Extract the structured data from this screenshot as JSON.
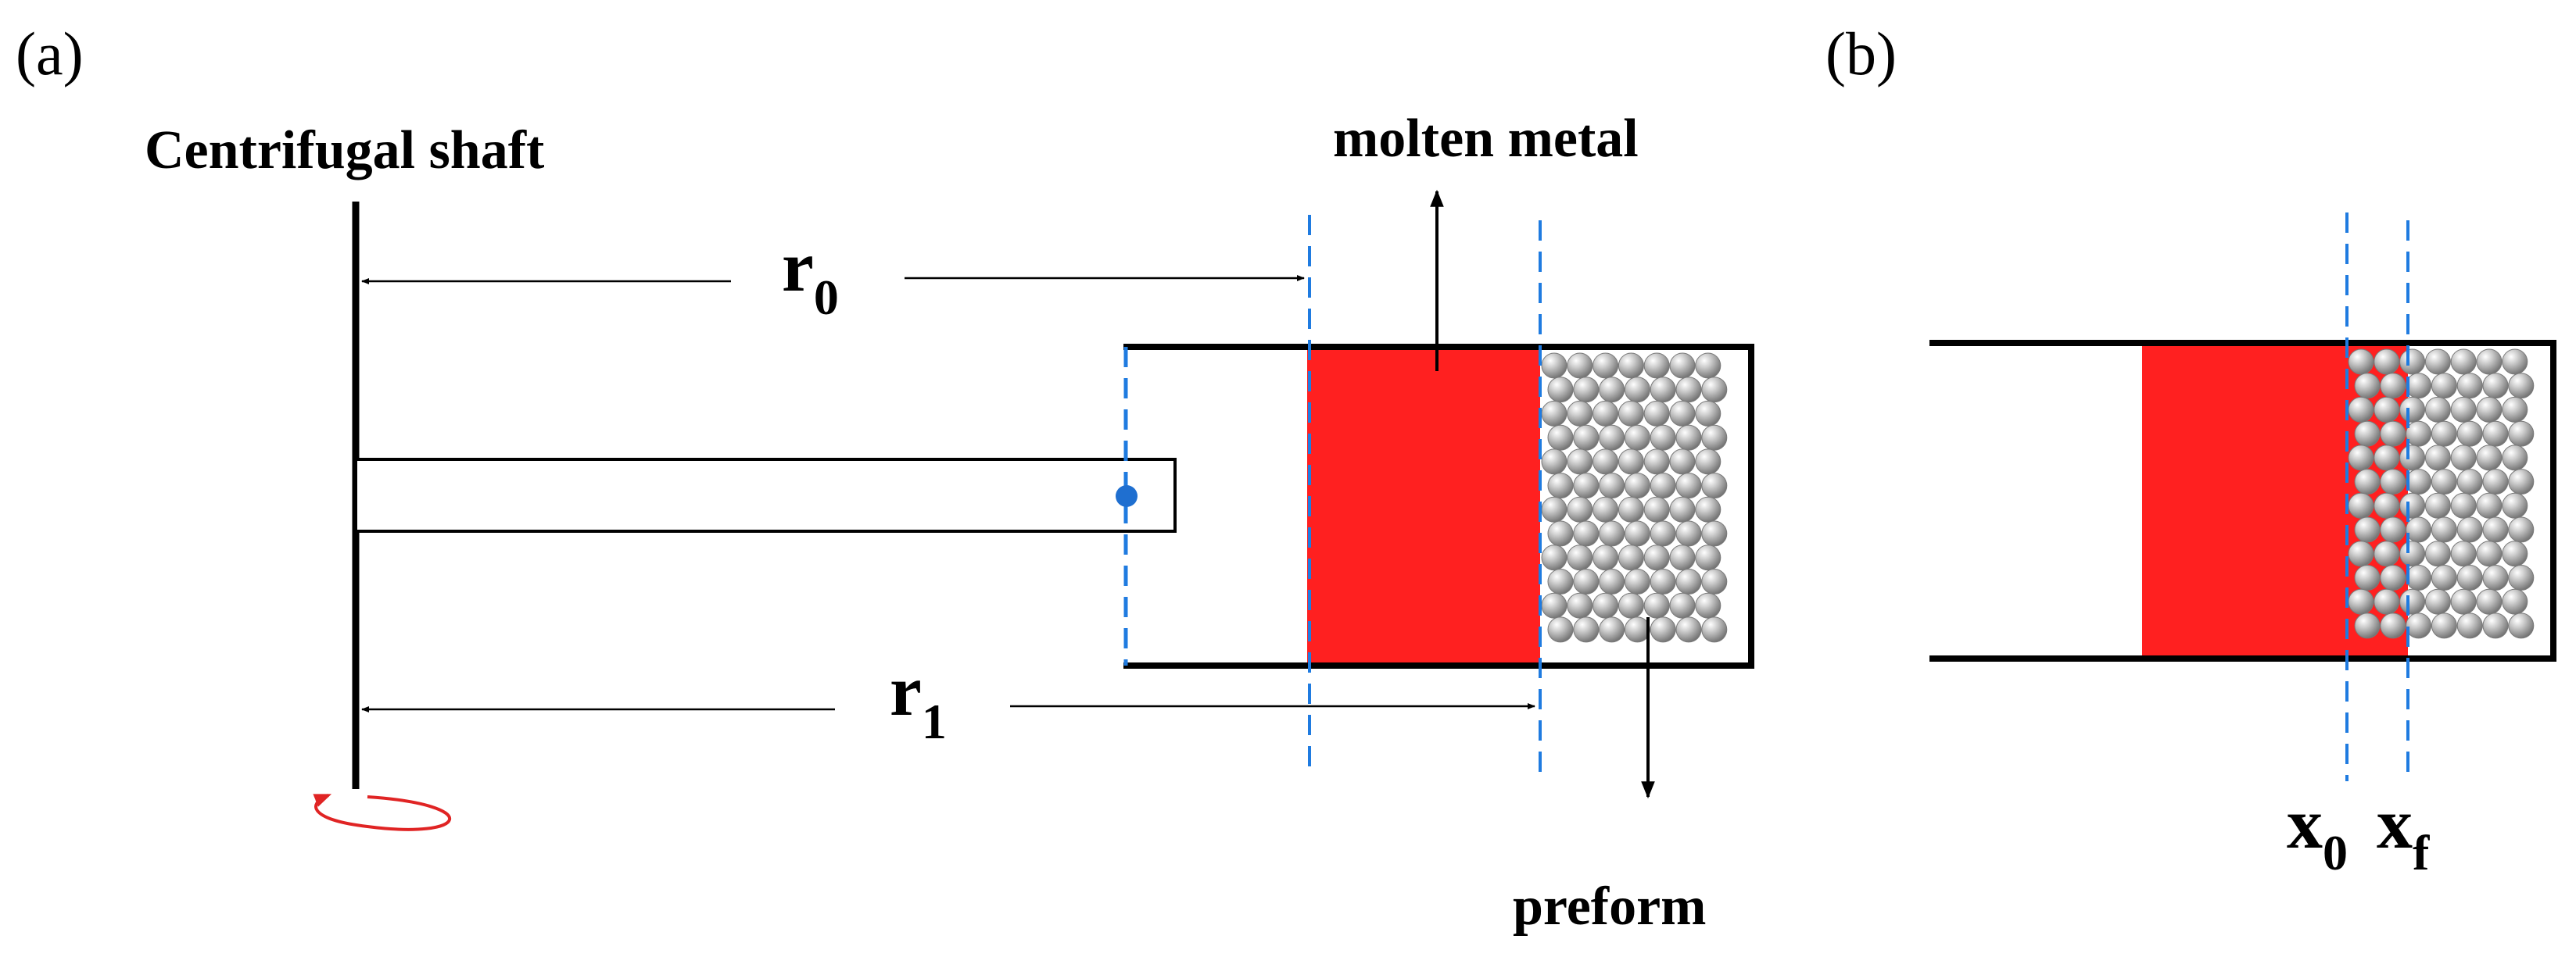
{
  "panels": {
    "a": {
      "tag": "(a)"
    },
    "b": {
      "tag": "(b)"
    }
  },
  "labels": {
    "shaft": "Centrifugal shaft",
    "molten_metal": "molten metal",
    "preform": "preform",
    "r0_base": "r",
    "r0_sub": "0",
    "r1_base": "r",
    "r1_sub": "1",
    "x0_base": "x",
    "x0_sub": "0",
    "xf_base": "x",
    "xf_sub": "f"
  },
  "colors": {
    "molten_metal": "#ff2020",
    "guide_line": "#1f7be0",
    "rotation_arrow": "#e02424",
    "particle": "#9a9a9a"
  }
}
